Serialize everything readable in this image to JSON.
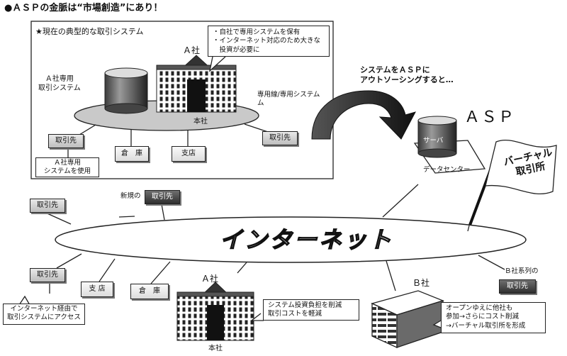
{
  "title": "●ＡＳＰの金脈は“市場創造”にあり！",
  "current_system": {
    "heading": "★現在の典型的な取引システム",
    "company_label": "Ａ社",
    "hq_label": "本社",
    "private_system_label": "Ａ社専用\n取引システム",
    "dedicated_line_label": "専用線/専用システム\nム",
    "callout": "・自社で専用システムを保有\n・インターネット対応のため大きな\n　投資が必要に",
    "partners": [
      "取引先",
      "取引先"
    ],
    "warehouse": "倉　庫",
    "branch": "支店",
    "partner_note": "Ａ社専用\nシステムを使用"
  },
  "transition_text": "システムをＡＳＰに\nアウトソーシングすると…",
  "asp": {
    "label": "ＡＳＰ",
    "server_label": "サーバ",
    "datacenter_label": "データセンター",
    "flag_text": "バーチャル\n取引所"
  },
  "internet_label": "インターネット",
  "new_partner_prefix": "新規の",
  "partners": {
    "left_top": "取引先",
    "new": "取引先",
    "left_mid": "取引先",
    "b_partner": "取引先"
  },
  "branch2": "支 店",
  "warehouse2": "倉　庫",
  "left_note": "インターネット経由で\n取引システムにアクセス",
  "companyA": {
    "label": "Ａ社",
    "hq_label": "本社",
    "callout": "システム投資負担を削減\n取引コストを軽減"
  },
  "companyB": {
    "label": "Ｂ社",
    "series_label": "Ｂ社系列の",
    "callout": "オープンゆえに他社も\n参加→さらにコスト削減\n→バーチャル取引所を形成"
  }
}
